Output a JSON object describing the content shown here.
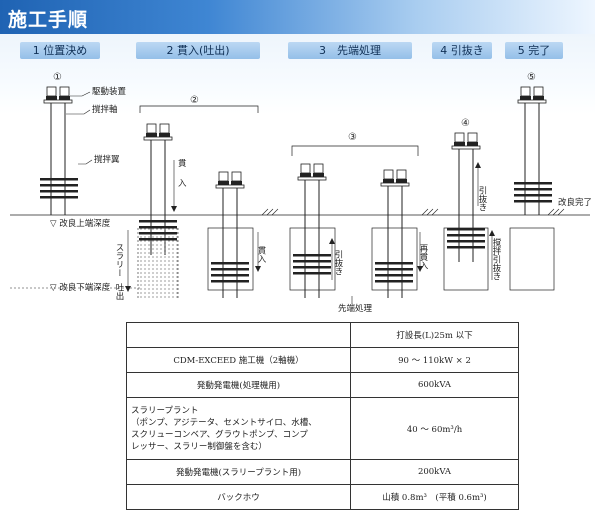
{
  "header": {
    "title": "施工手順"
  },
  "steps": [
    {
      "label": "1 位置決め"
    },
    {
      "label": "2 貫入(吐出)"
    },
    {
      "label": "3　先端処理"
    },
    {
      "label": "4 引抜き"
    },
    {
      "label": "5 完了"
    }
  ],
  "diagram": {
    "numbers": [
      "①",
      "②",
      "③",
      "④",
      "⑤"
    ],
    "labels": {
      "drive": "駆動装置",
      "shaft": "撹拌軸",
      "blade": "撹拌翼",
      "top_depth": "▽ 改良上端深度",
      "bottom_depth": "▽ 改良下端深度",
      "slurry_1": "スラリー",
      "slurry_2": "吐出",
      "penetrate_1": "貫",
      "penetrate_2": "入",
      "penetrate_3": "貫入",
      "pull_1": "引抜き",
      "repenetrate": "再貫入",
      "tip": "先端処理",
      "pull_2": "引抜き",
      "mix_pull": "撹拌引抜き",
      "complete": "改良完了"
    }
  },
  "table": {
    "header": "打設長(L)25m 以下",
    "rows": [
      {
        "item": "CDM-EXCEED 施工機（2軸機）",
        "value": "90 ～ 110kW × 2"
      },
      {
        "item": "発動発電機(処理機用)",
        "value": "600kVA"
      },
      {
        "item_lines": [
          "スラリープラント",
          "（ポンプ、アジテータ、セメントサイロ、水槽、",
          "スクリューコンベア、グラウトポンプ、コンプ",
          "レッサー、スラリー制御盤を含む）"
        ],
        "value": "40 ～ 60m³/h"
      },
      {
        "item": "発動発電機(スラリープラント用)",
        "value": "200kVA"
      },
      {
        "item": "バックホウ",
        "value": "山積 0.8m³　(平積 0.6m³)"
      }
    ]
  }
}
